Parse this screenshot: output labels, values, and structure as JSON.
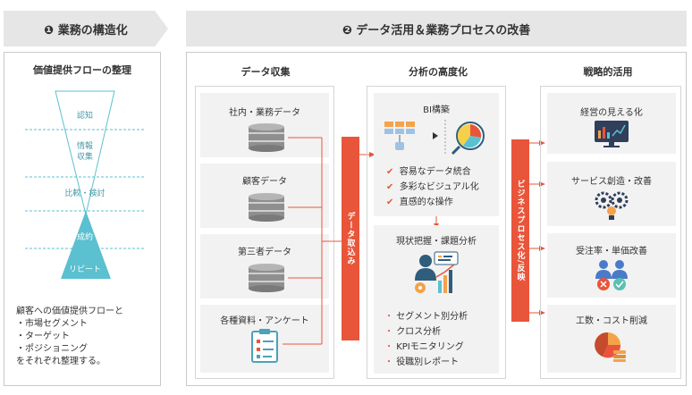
{
  "left": {
    "banner": "❶ 業務の構造化",
    "title": "価値提供フローの整理",
    "funnel_labels": [
      "認知",
      "情報\n収集",
      "比較・検討",
      "成約",
      "リピート"
    ],
    "description": [
      "顧客への価値提供フローと",
      "・市場セグメント",
      "・ターゲット",
      "・ポジショニング",
      "をそれぞれ整理する。"
    ]
  },
  "right": {
    "banner": "❷ データ活用＆業務プロセスの改善",
    "col1": {
      "title": "データ収集",
      "items": [
        "社内・業務データ",
        "顧客データ",
        "第三者データ",
        "各種資料・アンケート"
      ]
    },
    "bar1": "データ取込み",
    "col2": {
      "title": "分析の高度化",
      "bi_title": "BI構築",
      "bi_checks": [
        "容易なデータ統合",
        "多彩なビジュアル化",
        "直感的な操作"
      ],
      "analysis_title": "現状把握・課題分析",
      "analysis_items": [
        "セグメント別分析",
        "クロス分析",
        "KPIモニタリング",
        "役職別レポート"
      ]
    },
    "bar2": "ビジネスプロセス化/反映",
    "col3": {
      "title": "戦略的活用",
      "items": [
        "経営の見える化",
        "サービス創造・改善",
        "受注率・単価改善",
        "工数・コスト削減"
      ]
    }
  },
  "colors": {
    "accent": "#e9553a",
    "funnel": "#5bc0d0",
    "banner_bg": "#e6e6e6"
  }
}
